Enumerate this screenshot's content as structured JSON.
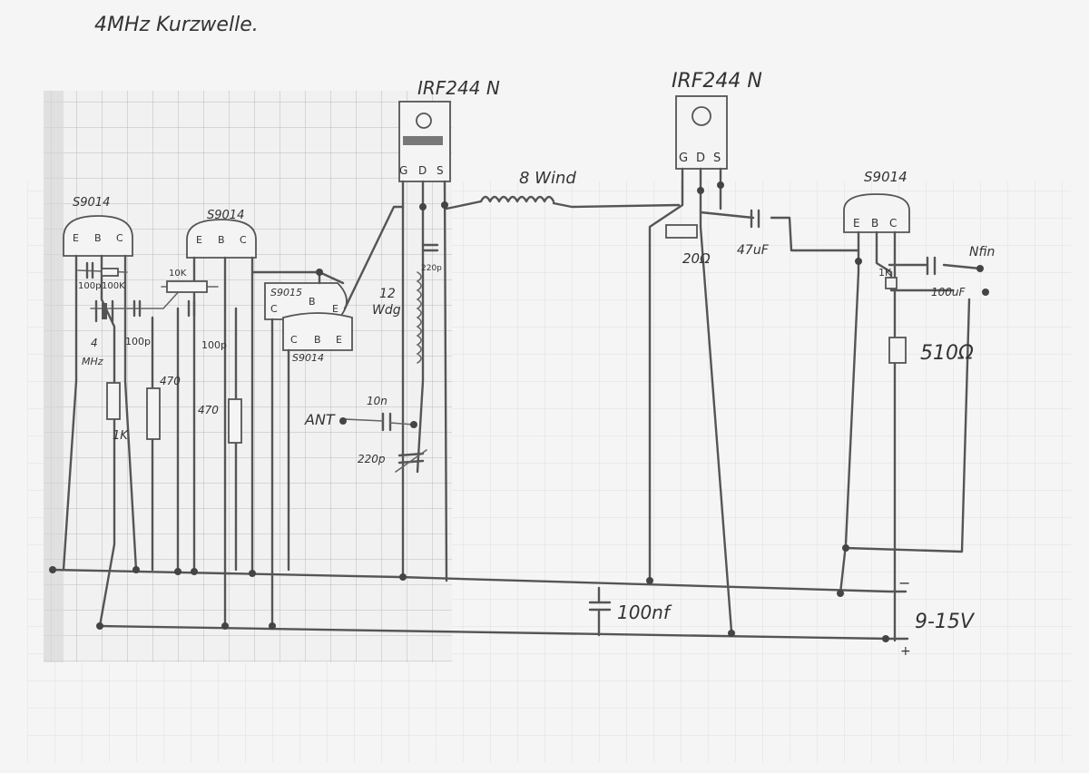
{
  "title": "4MHz Kurzwelle.",
  "mosfets": [
    {
      "label": "IRF244 N",
      "pins": [
        "G",
        "D",
        "S"
      ]
    },
    {
      "label": "IRF244 N",
      "pins": [
        "G",
        "D",
        "S"
      ]
    }
  ],
  "transistors": [
    {
      "label": "S9014",
      "pins": [
        "E",
        "B",
        "C"
      ]
    },
    {
      "label": "S9014",
      "pins": [
        "E",
        "B",
        "C"
      ]
    },
    {
      "label": "S9015",
      "pins": [
        "C",
        "B",
        "E"
      ]
    },
    {
      "label": "S9014",
      "pins": [
        "C",
        "B",
        "E"
      ]
    },
    {
      "label": "S9014",
      "pins": [
        "E",
        "B",
        "C"
      ]
    }
  ],
  "labels": {
    "coil_8": "8 Wind",
    "coil_12": "12",
    "coil_12b": "Wdg",
    "r_20": "20Ω",
    "c_47": "47uF",
    "nf_in": "Nfin",
    "r_1k_right": "1K",
    "c_100_right": "100uF",
    "r_510": "510Ω",
    "c_100nf": "100nf",
    "supply": "9-15V",
    "minus": "−",
    "plus": "+",
    "ant": "ANT",
    "c_10n": "10n",
    "c_220p_low": "220p",
    "c_220p_up": "220p",
    "c_100p_a": "100p",
    "r_100k": "100K",
    "crystal": "4",
    "crystal_b": "MHz",
    "c_100p_b": "100p",
    "c_100p_c": "100p",
    "r_10k": "10K",
    "r_470_a": "470",
    "r_470_b": "470",
    "r_1k_left": "1K"
  }
}
